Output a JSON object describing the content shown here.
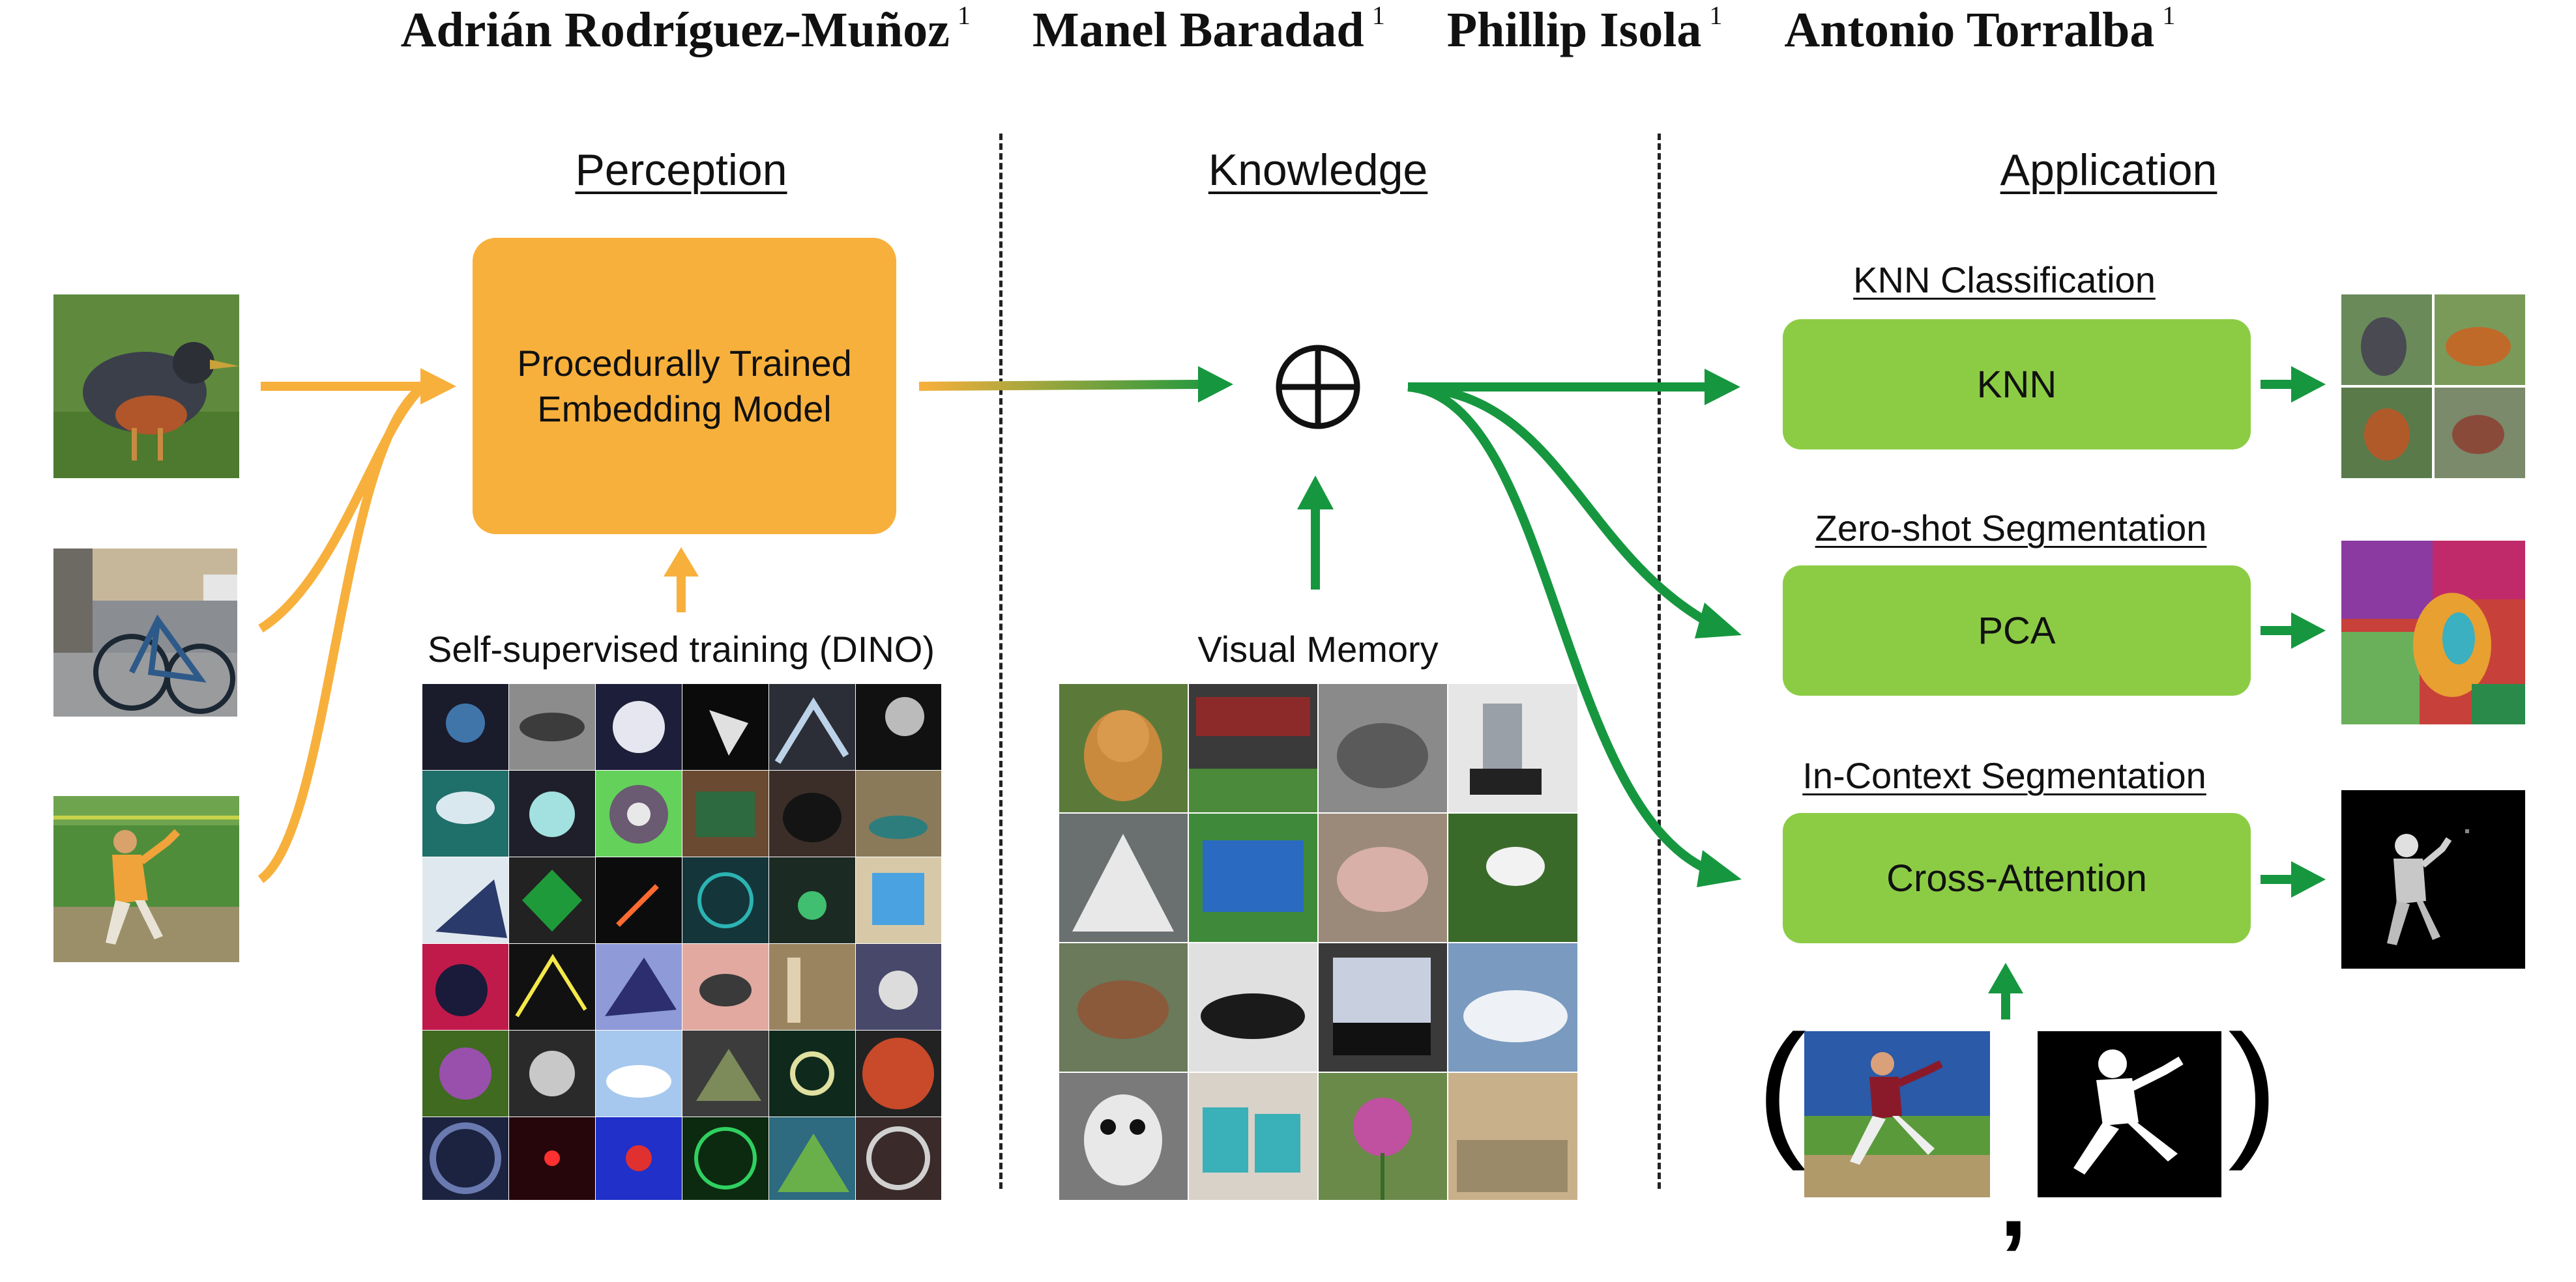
{
  "authors": [
    {
      "name": "Adrián Rodríguez-Muñoz",
      "affil": "1"
    },
    {
      "name": "Manel Baradad",
      "affil": "1"
    },
    {
      "name": "Phillip Isola",
      "affil": "1"
    },
    {
      "name": "Antonio Torralba",
      "affil": "1"
    }
  ],
  "sections": {
    "perception": "Perception",
    "knowledge": "Knowledge",
    "application": "Application"
  },
  "perception": {
    "model_line1": "Procedurally Trained",
    "model_line2": "Embedding Model",
    "training_caption": "Self-supervised training (DINO)"
  },
  "knowledge": {
    "memory_caption": "Visual Memory"
  },
  "application": {
    "tasks": [
      {
        "title": "KNN Classification",
        "method": "KNN"
      },
      {
        "title": "Zero-shot Segmentation",
        "method": "PCA"
      },
      {
        "title": "In-Context Segmentation",
        "method": "Cross-Attention"
      }
    ],
    "prompt_open": "(",
    "prompt_comma": ",",
    "prompt_close": ")"
  },
  "colors": {
    "orange": "#f8b03c",
    "green_box": "#8ccc45",
    "green_arrow": "#16973f",
    "divider": "#222222"
  },
  "icons": [
    "bird-photo-icon",
    "bicycle-photo-icon",
    "baseball-player-photo-icon",
    "plus-circle-icon",
    "dog-photo-icon",
    "silhouette-mask-icon"
  ]
}
